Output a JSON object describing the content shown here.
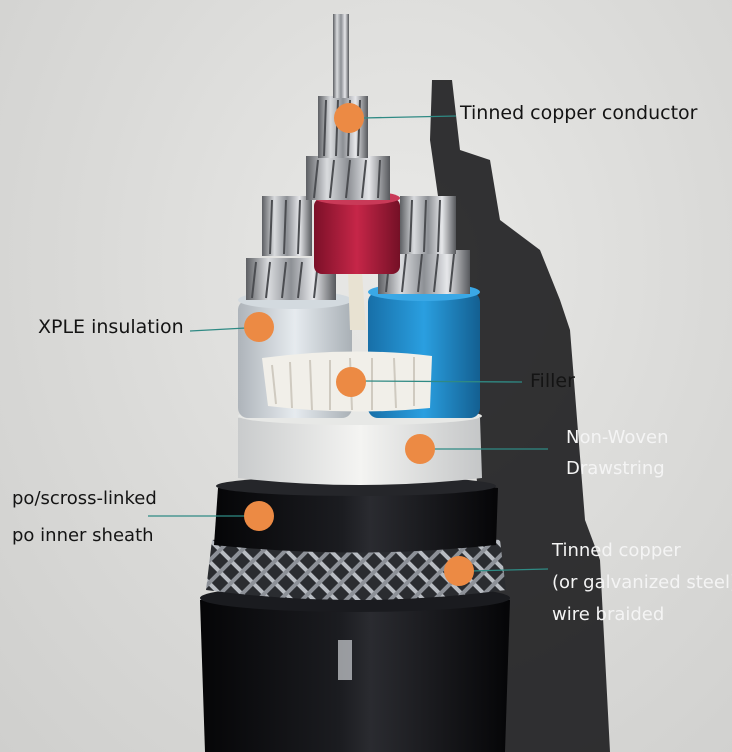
{
  "colors": {
    "marker": "#ec8a44",
    "leader_line": "#2f8a84",
    "background": "#dcdcda",
    "jacket": "#0d0d0f",
    "core_blue": "#1e8fd1",
    "core_red": "#b11f3c",
    "core_white": "#d9dee4"
  },
  "labels": {
    "conductor": "Tinned copper conductor",
    "insulation": "XPLE insulation",
    "filler": "Filler",
    "drawstring": [
      "Non-Woven",
      "Drawstring"
    ],
    "inner_sheath": [
      "po/scross-linked",
      "po inner sheath"
    ],
    "braid": [
      "Tinned copper",
      "(or galvanized steel)",
      "wire braided"
    ]
  }
}
